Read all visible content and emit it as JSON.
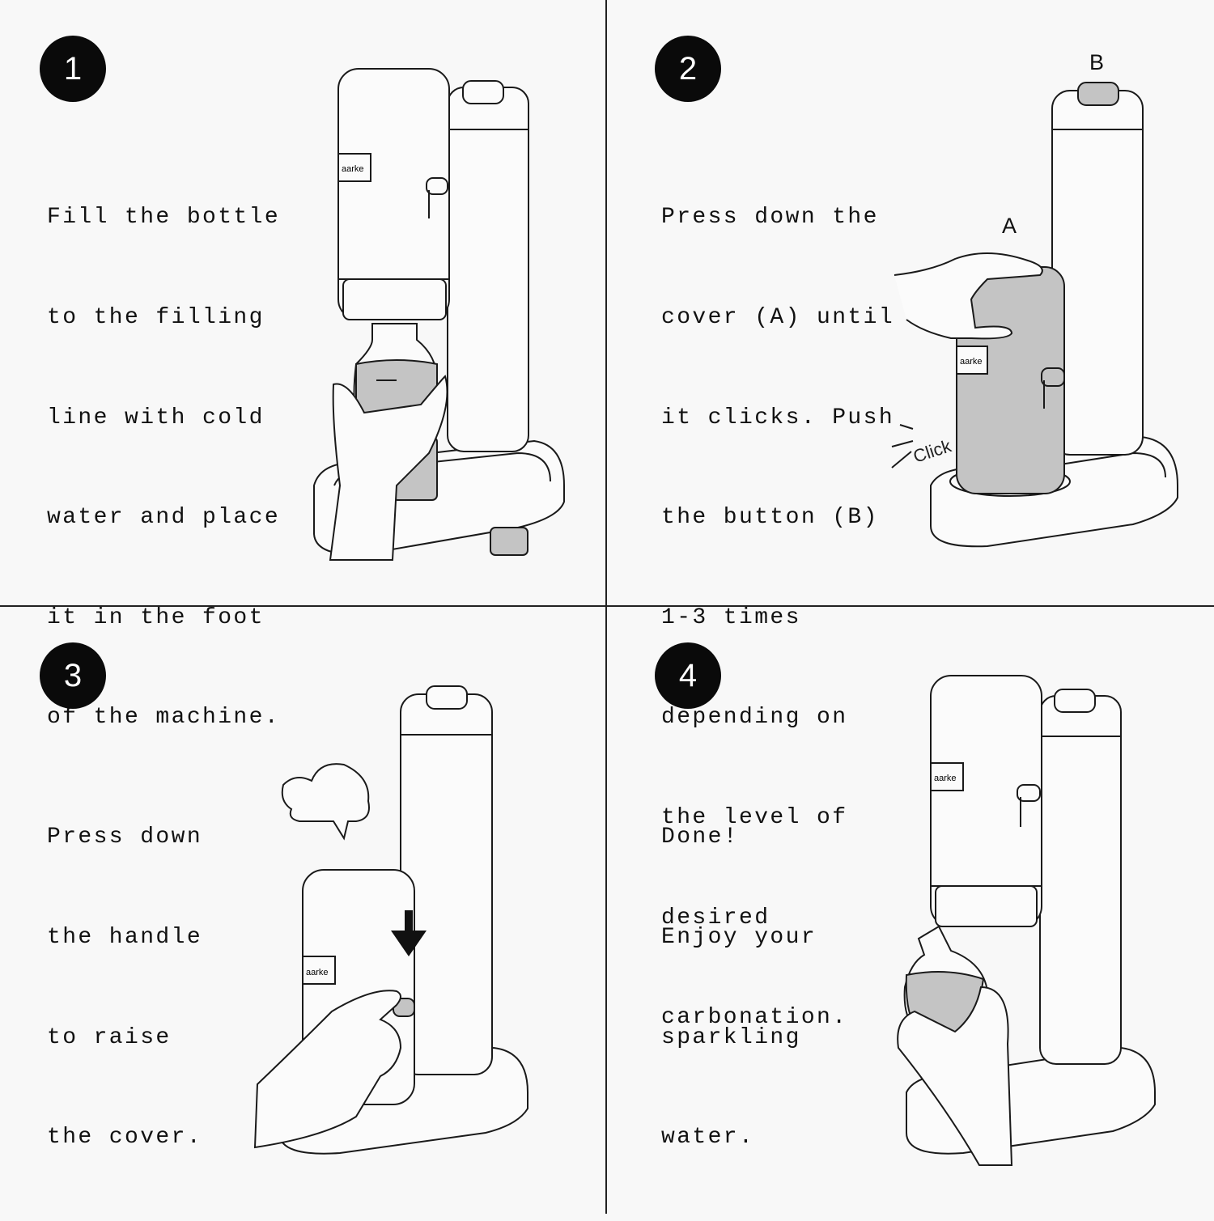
{
  "steps": [
    {
      "number": "1",
      "lines": [
        "Fill the bottle",
        "to the filling",
        "line with cold",
        "water and place",
        "it in the foot",
        "of the machine."
      ]
    },
    {
      "number": "2",
      "lines": [
        "Press down the",
        "cover (A) until",
        "it clicks. Push",
        "the button (B)",
        "1-3 times",
        "depending on",
        "the level of",
        "desired",
        "carbonation."
      ],
      "label_a": "A",
      "label_b": "B",
      "click": "Click"
    },
    {
      "number": "3",
      "lines": [
        "Press down",
        "the handle",
        "to raise",
        "the cover."
      ]
    },
    {
      "number": "4",
      "lines": [
        "Done!",
        "Enjoy your",
        "sparkling",
        "water."
      ]
    }
  ],
  "brand_logo": "aarke",
  "colors": {
    "background": "#f8f8f8",
    "badge": "#0a0a0a",
    "shade": "#c4c4c4"
  }
}
